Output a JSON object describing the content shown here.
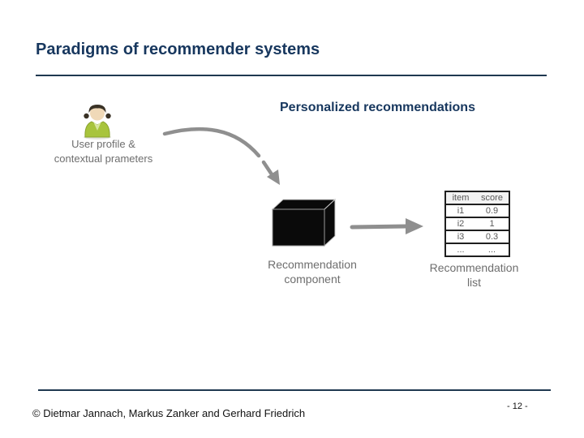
{
  "slide": {
    "title": "Paradigms of recommender systems",
    "section_heading": "Personalized recommendations",
    "footer": {
      "copyright": "© Dietmar Jannach, Markus Zanker and Gerhard Friedrich",
      "page_number": "- 12 -"
    }
  },
  "diagram": {
    "user_node": {
      "icon": "user-icon",
      "label_line1": "User profile &",
      "label_line2": "contextual prameters"
    },
    "component_node": {
      "icon": "black-box-icon",
      "label_line1": "Recommendation",
      "label_line2": "component"
    },
    "list_node": {
      "label_line1": "Recommendation",
      "label_line2": "list"
    },
    "arrow_icons": [
      "curved-arrow-icon",
      "right-arrow-icon"
    ],
    "result_table": {
      "headers": [
        "item",
        "score"
      ],
      "rows": [
        [
          "i1",
          "0.9"
        ],
        [
          "i2",
          "1"
        ],
        [
          "i3",
          "0.3"
        ],
        [
          "...",
          "..."
        ]
      ]
    }
  },
  "colors": {
    "title_navy": "#17375e",
    "rule_navy": "#1f3850",
    "label_gray": "#6e6e6e",
    "arrow_gray": "#8f8f8f",
    "box_black": "#0a0a0a"
  }
}
